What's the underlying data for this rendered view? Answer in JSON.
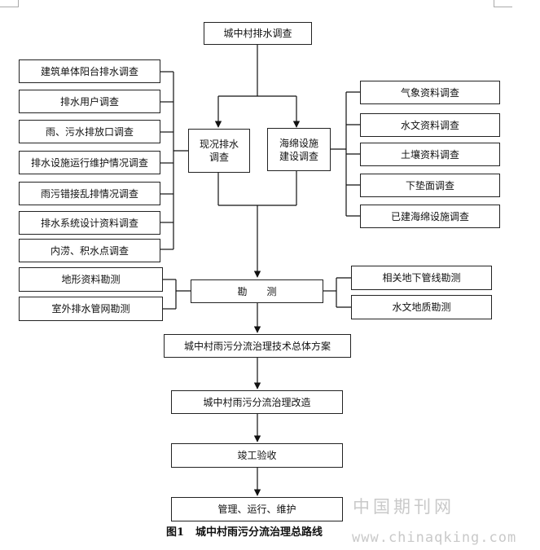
{
  "top_node": "城中村排水调查",
  "left_survey_items": [
    "建筑单体阳台排水调查",
    "排水用户调查",
    "雨、污水排放口调查",
    "排水设施运行维护情况调查",
    "雨污错接乱排情况调查",
    "排水系统设计资料调查",
    "内涝、积水点调查"
  ],
  "current_survey": "现况排水\n调查",
  "sponge_survey": "海绵设施\n建设调查",
  "right_survey_items": [
    "气象资料调查",
    "水文资料调查",
    "土壤资料调查",
    "下垫面调查",
    "已建海绵设施调查"
  ],
  "survey_node": "勘　　测",
  "survey_left_items": [
    "地形资料勘测",
    "室外排水管网勘测"
  ],
  "survey_right_items": [
    "相关地下管线勘测",
    "水文地质勘测"
  ],
  "flow_steps": [
    "城中村雨污分流治理技术总体方案",
    "城中村雨污分流治理改造",
    "竣工验收",
    "管理、运行、维护"
  ],
  "caption": {
    "label": "图1",
    "title": "城中村雨污分流治理总路线"
  },
  "watermark": {
    "text": "中国期刊网",
    "url": "www.chinaqking.com"
  }
}
